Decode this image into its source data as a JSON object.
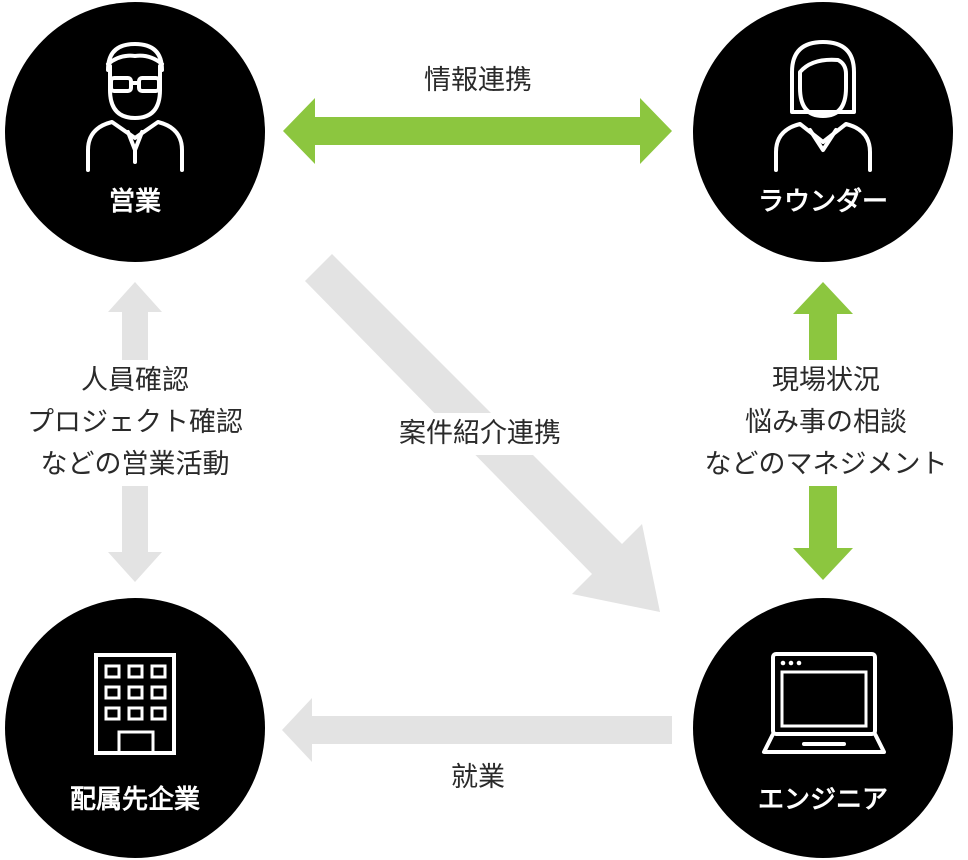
{
  "colors": {
    "node_fill": "#000000",
    "node_text": "#ffffff",
    "arrow_green": "#8cc63f",
    "arrow_gray": "#e3e3e3",
    "text": "#2a2a2a"
  },
  "nodes": {
    "sales": {
      "label": "営業",
      "icon": "businessman-icon"
    },
    "rounder": {
      "label": "ラウンダー",
      "icon": "businesswoman-icon"
    },
    "client": {
      "label": "配属先企業",
      "icon": "office-building-icon"
    },
    "engineer": {
      "label": "エンジニア",
      "icon": "laptop-icon"
    }
  },
  "flows": {
    "sales_rounder": {
      "label": "情報連携"
    },
    "sales_client": {
      "lines": [
        "人員確認",
        "プロジェクト確認",
        "などの営業活動"
      ]
    },
    "sales_engineer": {
      "label": "案件紹介連携"
    },
    "rounder_engineer": {
      "lines": [
        "現場状況",
        "悩み事の相談",
        "などのマネジメント"
      ]
    },
    "engineer_client": {
      "label": "就業"
    }
  }
}
